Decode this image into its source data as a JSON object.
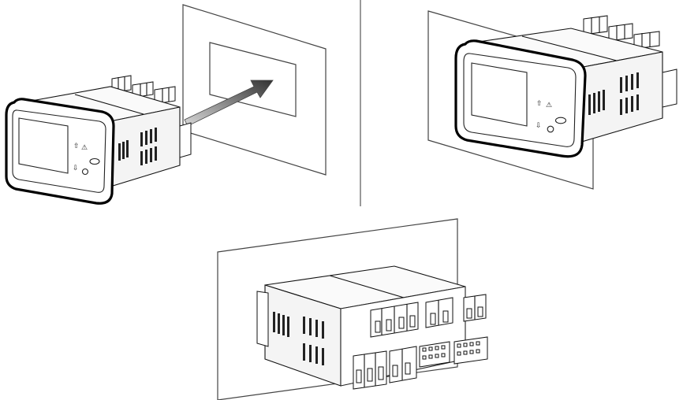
{
  "figure": {
    "steps": [
      "insert-into-panel-cutout",
      "device-seated-in-panel",
      "rear-view-terminals"
    ]
  },
  "colors": {
    "line": "#111111",
    "panel": "#444444",
    "arrow_start": "#d9d9d9",
    "arrow_end": "#333333",
    "background": "#ffffff"
  },
  "icons": [
    "up-arrow-icon",
    "warning-icon",
    "down-arrow-icon",
    "set-button-icon",
    "logo-icon"
  ]
}
